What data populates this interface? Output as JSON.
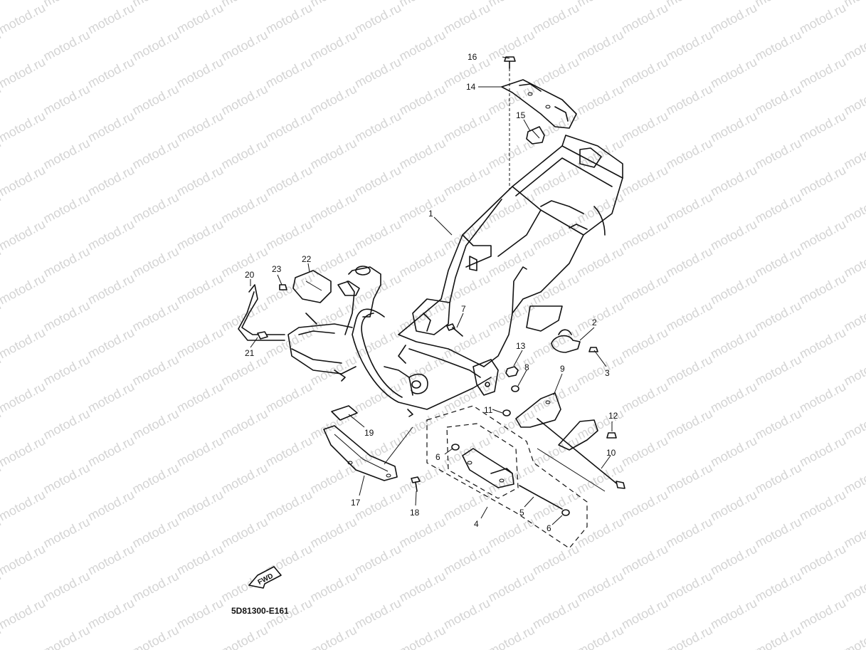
{
  "watermark": {
    "text": "motod.ru",
    "color": "#d4d4d4"
  },
  "diagram_code": "5D81300-E161",
  "direction_label": "FWD",
  "callouts": [
    "1",
    "2",
    "3",
    "4",
    "5",
    "6",
    "6",
    "7",
    "8",
    "9",
    "10",
    "11",
    "12",
    "13",
    "14",
    "15",
    "16",
    "17",
    "18",
    "19",
    "20",
    "21",
    "22",
    "23"
  ]
}
